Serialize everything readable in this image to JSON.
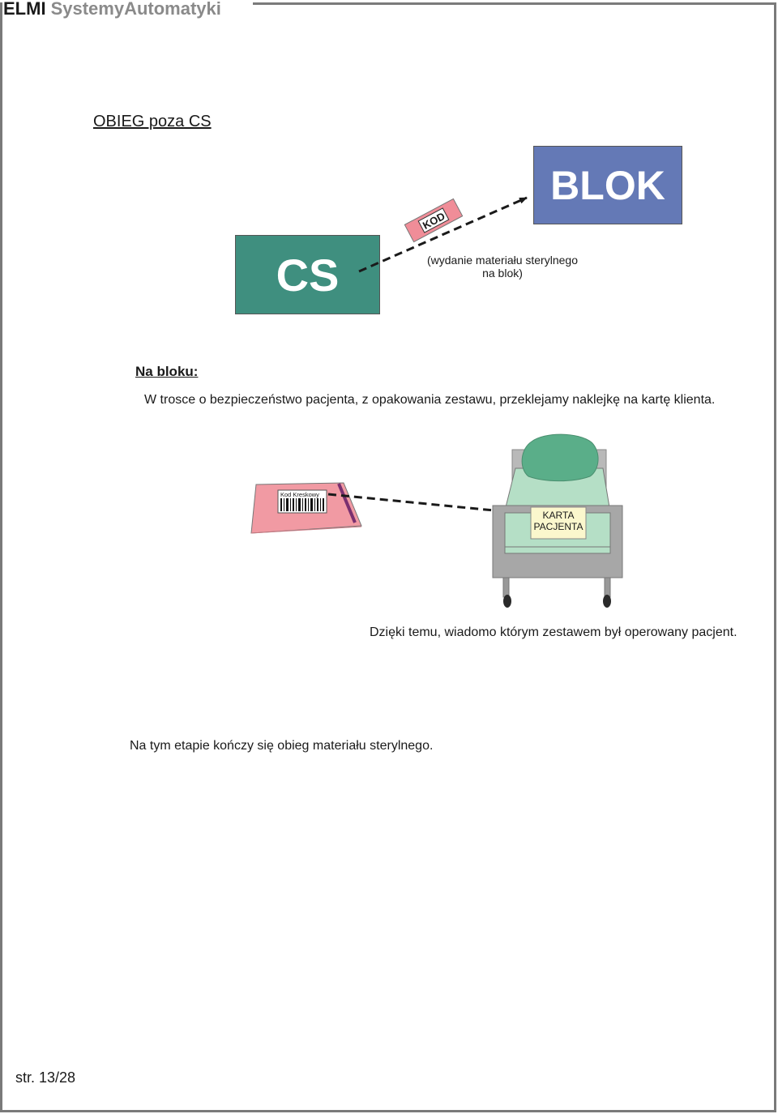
{
  "header": {
    "brand_bold": "ELMI",
    "brand_name": "SystemyAutomatyki"
  },
  "title": "OBIEG poza CS",
  "flow": {
    "source": "CS",
    "target": "BLOK",
    "tag": "KOD",
    "caption_line1": "(wydanie materiału sterylnego",
    "caption_line2": "na blok)"
  },
  "section": {
    "heading": "Na bloku:",
    "paragraph": "W trosce o bezpieczeństwo pacjenta, z opakowania zestawu, przeklejamy naklejkę na kartę klienta.",
    "package_label": "Kod Kreskowy",
    "card_line1": "KARTA",
    "card_line2": "PACJENTA",
    "result": "Dzięki temu, wiadomo którym zestawem był operowany pacjent."
  },
  "closing": "Na tym etapie kończy się obieg materiału sterylnego.",
  "footer": {
    "page": "str. 13/28"
  },
  "colors": {
    "cs": "#3f8f7f",
    "blok": "#6479b6",
    "tag": "#f08d98",
    "package": "#f19aa3",
    "bed": "#a7a7a7",
    "sheet": "#b5dfc6",
    "pillow": "#5aae89",
    "card": "#fbf7cd"
  }
}
